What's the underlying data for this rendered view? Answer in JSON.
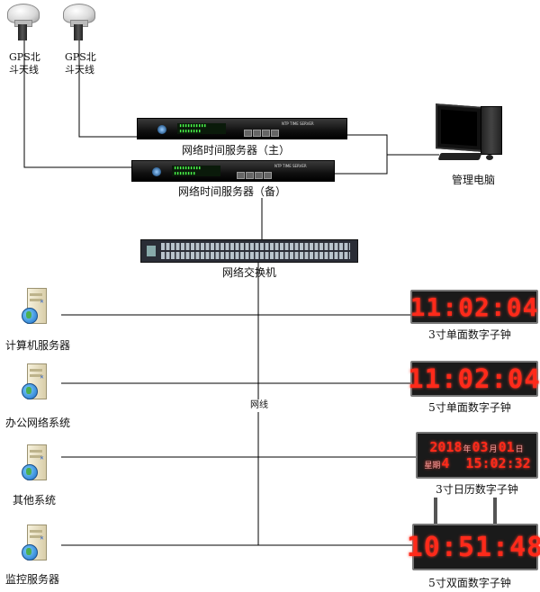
{
  "antennas": [
    {
      "label_line1": "GPS北",
      "label_line2": "斗天线"
    },
    {
      "label_line1": "GPS北",
      "label_line2": "斗天线"
    }
  ],
  "servers": {
    "primary_label": "网络时间服务器（主）",
    "backup_label": "网络时间服务器（备）",
    "device_name": "NTP TIME SERVER"
  },
  "pc_label": "管理电脑",
  "switch_label": "网络交换机",
  "network_label": "网线",
  "systems": [
    {
      "label": "计算机服务器"
    },
    {
      "label": "办公网络系统"
    },
    {
      "label": "其他系统"
    },
    {
      "label": "监控服务器"
    }
  ],
  "clocks": [
    {
      "label": "3寸单面数字子钟",
      "time": "11:02:04"
    },
    {
      "label": "5寸单面数字子钟",
      "time": "11:02:04"
    },
    {
      "label": "3寸日历数字子钟",
      "year": "2018",
      "year_unit": "年",
      "month": "03",
      "month_unit": "月",
      "day": "01",
      "day_unit": "日",
      "weekday_label": "星期",
      "weekday": "4",
      "time": "15:02:32"
    },
    {
      "label": "5寸双面数字子钟",
      "time": "10:51:48"
    }
  ],
  "colors": {
    "led": "#ff2a1a",
    "line": "#000000",
    "device": "#1a1a1a"
  }
}
